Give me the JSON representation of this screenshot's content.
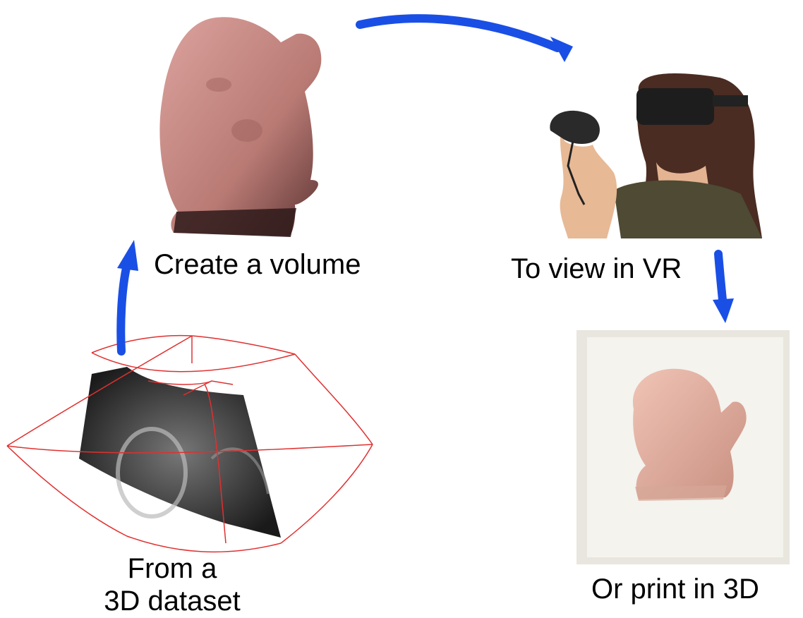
{
  "labels": {
    "create": "Create a volume",
    "view_vr": "To view in VR",
    "print_3d": "Or print in 3D",
    "from_line1": "From a",
    "from_line2": "3D dataset"
  },
  "colors": {
    "arrow": "#1a4fe6",
    "fan_outline": "#e03030",
    "fetal_model": "#c98a85",
    "print_model": "#e3b1a2",
    "frame": "#f1efe7"
  }
}
